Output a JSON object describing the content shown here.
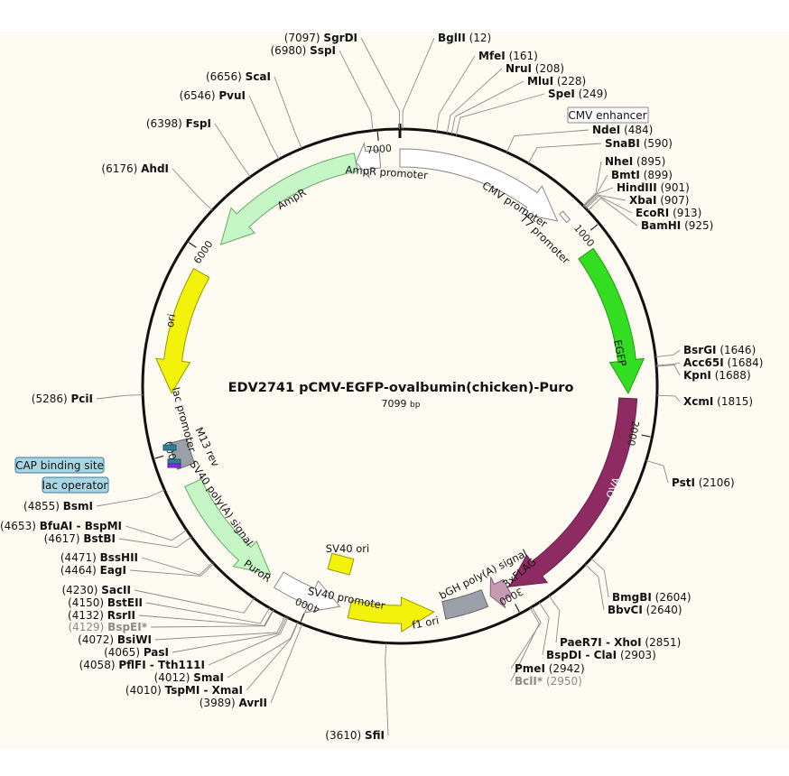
{
  "title": "EDV2741 pCMV-EGFP-ovalbumin(chicken)-Puro",
  "length": "7099",
  "length_unit": "bp",
  "total_bp": 7099,
  "ticks": [
    "1000",
    "2000",
    "3000",
    "4000",
    "5000",
    "6000",
    "7000"
  ],
  "features": [
    {
      "id": "cmv-promoter",
      "label": "CMV promoter",
      "start": 7099,
      "end": 860,
      "color": "#ffffff",
      "stroke": "#888888",
      "kind": "arrow"
    },
    {
      "id": "egfp",
      "label": "EGFP",
      "start": 1075,
      "end": 1810,
      "color": "#33dd22",
      "stroke": "#229911",
      "kind": "arrow"
    },
    {
      "id": "ova",
      "label": "OVA",
      "start": 1835,
      "end": 2985,
      "color": "#8e2b63",
      "stroke": "#6a1e49",
      "kind": "arrow"
    },
    {
      "id": "flag",
      "label": "3xFLAG",
      "start": 2995,
      "end": 3090,
      "color": "#c79ab4",
      "stroke": "#8a5a78",
      "kind": "arrow"
    },
    {
      "id": "bgh",
      "label": "bGH poly(A) signal",
      "start": 3120,
      "end": 3330,
      "color": "#9aa0a8",
      "stroke": "#666",
      "kind": "box"
    },
    {
      "id": "f1ori",
      "label": "f1 ori",
      "start": 3380,
      "end": 3800,
      "color": "#f2f20a",
      "stroke": "#999900",
      "kind": "arrow",
      "rev": true
    },
    {
      "id": "sv40prom",
      "label": "SV40 promoter",
      "start": 3850,
      "end": 4180,
      "color": "#ffffff",
      "stroke": "#888888",
      "kind": "arrow",
      "rev": true
    },
    {
      "id": "puror",
      "label": "PuroR",
      "start": 4230,
      "end": 4830,
      "color": "#c6f5c6",
      "stroke": "#66aa66",
      "kind": "arrow",
      "rev": true
    },
    {
      "id": "sv40pa",
      "label": "SV40 poly(A) signal",
      "start": 4920,
      "end": 5050,
      "color": "#9aa0a8",
      "stroke": "#666",
      "kind": "box"
    },
    {
      "id": "ori",
      "label": "ori",
      "start": 5290,
      "end": 5910,
      "color": "#f2f20a",
      "stroke": "#999900",
      "kind": "arrow",
      "rev": true
    },
    {
      "id": "ampr",
      "label": "AmpR",
      "start": 6080,
      "end": 6880,
      "color": "#c6f5c6",
      "stroke": "#66aa66",
      "kind": "arrow",
      "rev": true
    },
    {
      "id": "ampr-promoter",
      "label": "AmpR promoter",
      "start": 6880,
      "end": 7000,
      "color": "#ffffff",
      "stroke": "#888888",
      "kind": "arrow",
      "rev": true
    }
  ],
  "small_features": [
    {
      "id": "t7",
      "label": "T7 promoter"
    },
    {
      "id": "m13",
      "label": "M13 rev"
    },
    {
      "id": "lacprom",
      "label": "lac promoter"
    },
    {
      "id": "sv40ori",
      "label": "SV40 ori"
    }
  ],
  "boxed_labels": [
    {
      "id": "cmv-enhancer",
      "label": "CMV enhancer"
    },
    {
      "id": "cap-binding",
      "label": "CAP binding site"
    },
    {
      "id": "lac-operator",
      "label": "lac operator"
    }
  ],
  "sites": [
    {
      "pos": "(7097)",
      "name": "SgrDI"
    },
    {
      "pos": "(12)",
      "name": "BglII"
    },
    {
      "pos": "(6980)",
      "name": "SspI"
    },
    {
      "pos": "(161)",
      "name": "MfeI"
    },
    {
      "pos": "(208)",
      "name": "NruI"
    },
    {
      "pos": "(228)",
      "name": "MluI"
    },
    {
      "pos": "(249)",
      "name": "SpeI"
    },
    {
      "pos": "(6656)",
      "name": "ScaI"
    },
    {
      "pos": "(6546)",
      "name": "PvuI"
    },
    {
      "pos": "(6398)",
      "name": "FspI"
    },
    {
      "pos": "(484)",
      "name": "NdeI"
    },
    {
      "pos": "(590)",
      "name": "SnaBI"
    },
    {
      "pos": "(6176)",
      "name": "AhdI"
    },
    {
      "pos": "(895)",
      "name": "NheI"
    },
    {
      "pos": "(899)",
      "name": "BmtI"
    },
    {
      "pos": "(901)",
      "name": "HindIII"
    },
    {
      "pos": "(907)",
      "name": "XbaI"
    },
    {
      "pos": "(913)",
      "name": "EcoRI"
    },
    {
      "pos": "(925)",
      "name": "BamHI"
    },
    {
      "pos": "(1646)",
      "name": "BsrGI"
    },
    {
      "pos": "(1684)",
      "name": "Acc65I"
    },
    {
      "pos": "(1688)",
      "name": "KpnI"
    },
    {
      "pos": "(5286)",
      "name": "PciI"
    },
    {
      "pos": "(1815)",
      "name": "XcmI"
    },
    {
      "pos": "(2106)",
      "name": "PstI"
    },
    {
      "pos": "(4855)",
      "name": "BsmI"
    },
    {
      "pos": "(4653)",
      "name": "BfuAI - BspMI"
    },
    {
      "pos": "(4617)",
      "name": "BstBI"
    },
    {
      "pos": "(4471)",
      "name": "BssHII"
    },
    {
      "pos": "(4464)",
      "name": "EagI"
    },
    {
      "pos": "(2604)",
      "name": "BmgBI"
    },
    {
      "pos": "(2640)",
      "name": "BbvCI"
    },
    {
      "pos": "(4230)",
      "name": "SacII"
    },
    {
      "pos": "(4150)",
      "name": "BstEII"
    },
    {
      "pos": "(4132)",
      "name": "RsrII"
    },
    {
      "pos": "(4129)",
      "name": "BspEI*",
      "dim": true
    },
    {
      "pos": "(4072)",
      "name": "BsiWI"
    },
    {
      "pos": "(4065)",
      "name": "PasI"
    },
    {
      "pos": "(4058)",
      "name": "PflFI - Tth111I"
    },
    {
      "pos": "(4012)",
      "name": "SmaI"
    },
    {
      "pos": "(4010)",
      "name": "TspMI - XmaI"
    },
    {
      "pos": "(3989)",
      "name": "AvrII"
    },
    {
      "pos": "(2851)",
      "name": "PaeR7I - XhoI"
    },
    {
      "pos": "(2903)",
      "name": "BspDI - ClaI"
    },
    {
      "pos": "(2942)",
      "name": "PmeI"
    },
    {
      "pos": "(2950)",
      "name": "BclI*",
      "dim": true
    },
    {
      "pos": "(3610)",
      "name": "SfiI"
    }
  ]
}
